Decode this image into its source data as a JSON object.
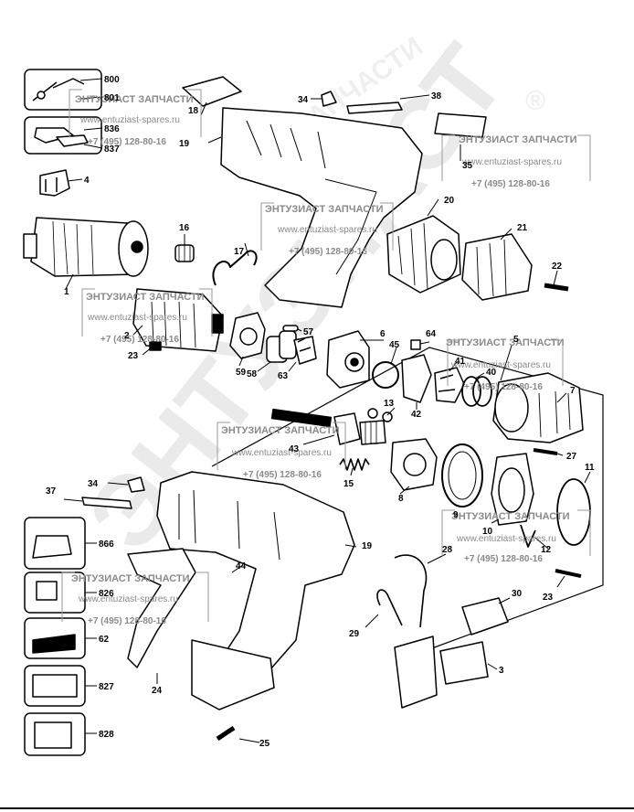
{
  "watermark": {
    "title": "ЭНТУЗИАСТ ЗАПЧАСТИ",
    "url": "www.entuziast-spares.ru",
    "phone": "+7 (495) 128-80-16",
    "big_text": "ЭНТУЗИАСТ",
    "arc_text": "ЗАПЧАСТИ",
    "registered_mark": "®"
  },
  "part_labels": {
    "p1": "1",
    "p2": "2",
    "p3": "3",
    "p4": "4",
    "p5": "5",
    "p6": "6",
    "p7": "7",
    "p8": "8",
    "p9": "9",
    "p10": "10",
    "p11": "11",
    "p12": "12",
    "p13": "13",
    "p15": "15",
    "p16": "16",
    "p17": "17",
    "p18": "18",
    "p19a": "19",
    "p19b": "19",
    "p20": "20",
    "p21": "21",
    "p22": "22",
    "p23a": "23",
    "p23b": "23",
    "p24": "24",
    "p25": "25",
    "p27": "27",
    "p28": "28",
    "p29": "29",
    "p30": "30",
    "p34a": "34",
    "p34b": "34",
    "p35": "35",
    "p37": "37",
    "p38": "38",
    "p40": "40",
    "p41": "41",
    "p42": "42",
    "p43": "43",
    "p44": "44",
    "p45": "45",
    "p57": "57",
    "p58": "58",
    "p59": "59",
    "p62": "62",
    "p63": "63",
    "p64": "64",
    "p800": "800",
    "p801": "801",
    "p826": "826",
    "p827": "827",
    "p828": "828",
    "p836": "836",
    "p837": "837",
    "p866": "866"
  }
}
